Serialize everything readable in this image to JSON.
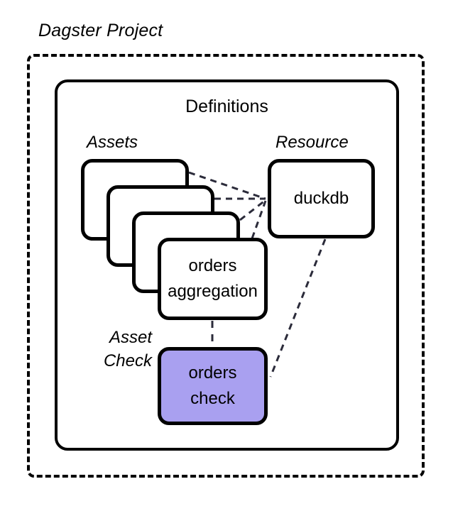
{
  "diagram": {
    "project": {
      "title": "Dagster Project",
      "boundary_style": "dashed"
    },
    "definitions": {
      "title": "Definitions",
      "boundary_style": "solid"
    },
    "sections": {
      "assets_label": "Assets",
      "resource_label": "Resource",
      "asset_check_label_line1": "Asset",
      "asset_check_label_line2": "Check"
    },
    "nodes": {
      "asset_stack": [
        {
          "label": "",
          "fill": "#ffffff"
        },
        {
          "label": "",
          "fill": "#ffffff"
        },
        {
          "label": "",
          "fill": "#ffffff"
        },
        {
          "label_line1": "orders",
          "label_line2": "aggregation",
          "fill": "#ffffff"
        }
      ],
      "resource": {
        "label": "duckdb",
        "fill": "#ffffff"
      },
      "asset_check": {
        "label_line1": "orders",
        "label_line2": "check",
        "fill": "#a9a0f0"
      }
    },
    "colors": {
      "stroke": "#000000",
      "edge": "#2b2b3a",
      "check_fill": "#a9a0f0",
      "background": "#ffffff"
    },
    "edges": [
      {
        "from": "asset-card-1",
        "to": "duckdb",
        "style": "dashed"
      },
      {
        "from": "asset-card-2",
        "to": "duckdb",
        "style": "dashed"
      },
      {
        "from": "asset-card-3",
        "to": "duckdb",
        "style": "dashed"
      },
      {
        "from": "asset-card-4",
        "to": "duckdb",
        "style": "dashed"
      },
      {
        "from": "duckdb",
        "to": "orders-check",
        "style": "dashed"
      },
      {
        "from": "orders-aggregation",
        "to": "orders-check",
        "style": "dashed"
      }
    ]
  }
}
